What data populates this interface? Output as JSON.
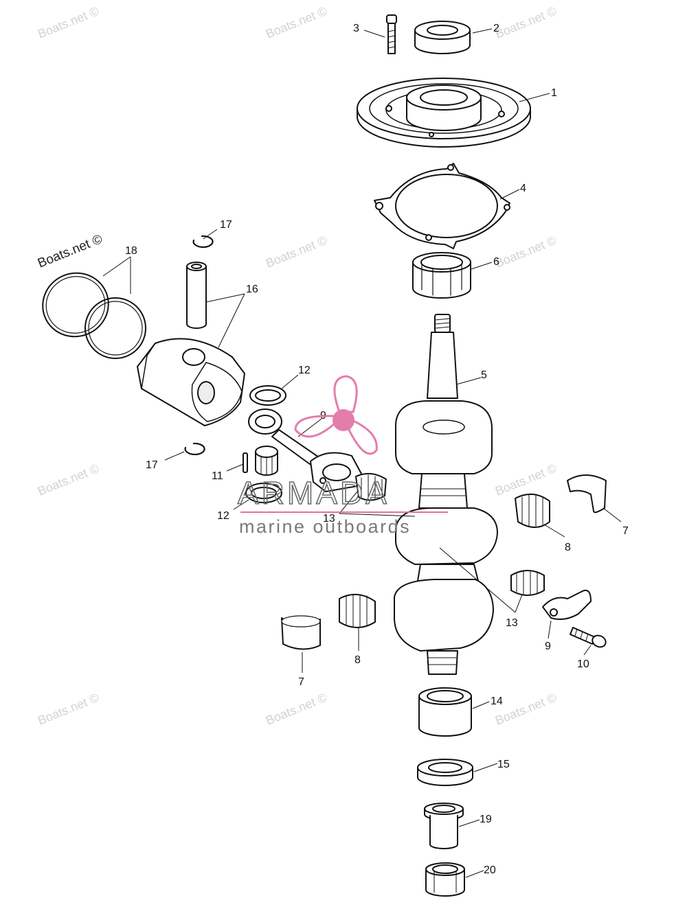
{
  "watermark_text": "Boats.net ©",
  "brand": {
    "name": "ARMADA",
    "tagline": "marine outboards",
    "accent_color": "#e06fa4"
  },
  "callouts": [
    {
      "id": "c1",
      "label": "1"
    },
    {
      "id": "c2",
      "label": "2"
    },
    {
      "id": "c3",
      "label": "3"
    },
    {
      "id": "c4",
      "label": "4"
    },
    {
      "id": "c5",
      "label": "5"
    },
    {
      "id": "c6",
      "label": "6"
    },
    {
      "id": "c7a",
      "label": "7"
    },
    {
      "id": "c7b",
      "label": "7"
    },
    {
      "id": "c8a",
      "label": "8"
    },
    {
      "id": "c8b",
      "label": "8"
    },
    {
      "id": "c9a",
      "label": "9"
    },
    {
      "id": "c9b",
      "label": "9"
    },
    {
      "id": "c10",
      "label": "10"
    },
    {
      "id": "c11",
      "label": "11"
    },
    {
      "id": "c12a",
      "label": "12"
    },
    {
      "id": "c12b",
      "label": "12"
    },
    {
      "id": "c13a",
      "label": "13"
    },
    {
      "id": "c13b",
      "label": "13"
    },
    {
      "id": "c14",
      "label": "14"
    },
    {
      "id": "c15",
      "label": "15"
    },
    {
      "id": "c16",
      "label": "16"
    },
    {
      "id": "c17a",
      "label": "17"
    },
    {
      "id": "c17b",
      "label": "17"
    },
    {
      "id": "c18",
      "label": "18"
    },
    {
      "id": "c19",
      "label": "19"
    },
    {
      "id": "c20",
      "label": "20"
    }
  ]
}
